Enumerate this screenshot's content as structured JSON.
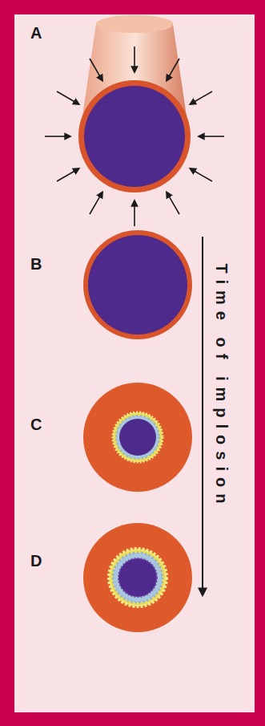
{
  "diagram": {
    "labels": [
      "A",
      "B",
      "C",
      "D",
      "Time of implosion"
    ]
  }
}
